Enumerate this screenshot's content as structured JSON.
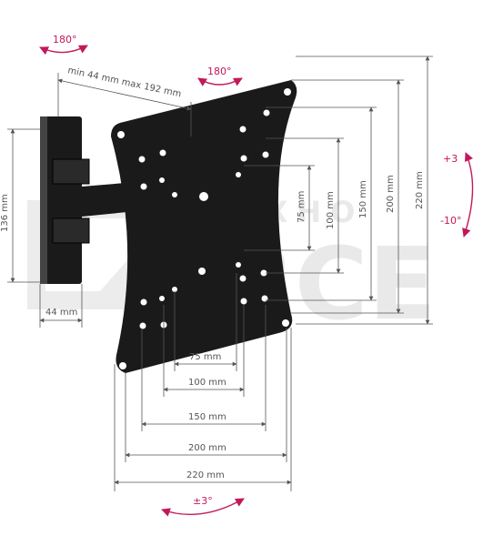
{
  "watermark": {
    "top": "ТЕХНО",
    "bottom": "ВСЕ"
  },
  "labels": {
    "swivel_left": "180°",
    "swivel_top": "180°",
    "extension": "min 44 mm max 192 mm",
    "height_136": "136 mm",
    "depth_44": "44 mm",
    "tilt_up": "+3",
    "tilt_down": "-10°",
    "rotate": "±3°",
    "v75": "75 mm",
    "v100": "100 mm",
    "v150": "150 mm",
    "v200": "200 mm",
    "v220": "220 mm",
    "h75": "75 mm",
    "h100": "100 mm",
    "h150": "150 mm",
    "h200": "200 mm",
    "h220": "220 mm"
  },
  "colors": {
    "line": "#555555",
    "accent": "#c2185b",
    "plate": "#1a1a1a"
  }
}
